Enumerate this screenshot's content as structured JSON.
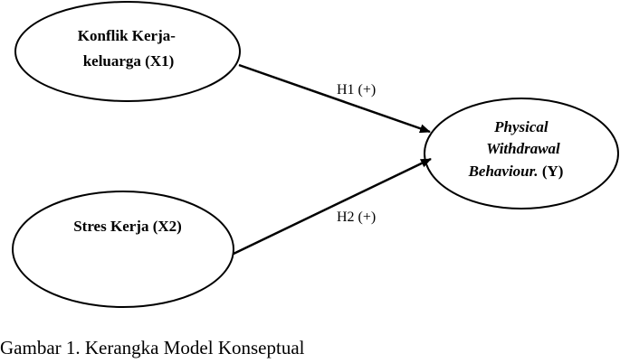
{
  "nodes": {
    "x1": {
      "lines": [
        "Konflik Kerja-",
        "keluarga (X1)"
      ]
    },
    "x2": {
      "lines": [
        "Stres Kerja (X2)"
      ]
    },
    "y": {
      "lines_italic": [
        "Physical",
        "Withdrawal",
        "Behaviour."
      ],
      "suffix": " (Y)"
    }
  },
  "edges": {
    "h1": {
      "label": "H1 (+)"
    },
    "h2": {
      "label": "H2 (+)"
    }
  },
  "caption": "Gambar 1. Kerangka Model Konseptual"
}
